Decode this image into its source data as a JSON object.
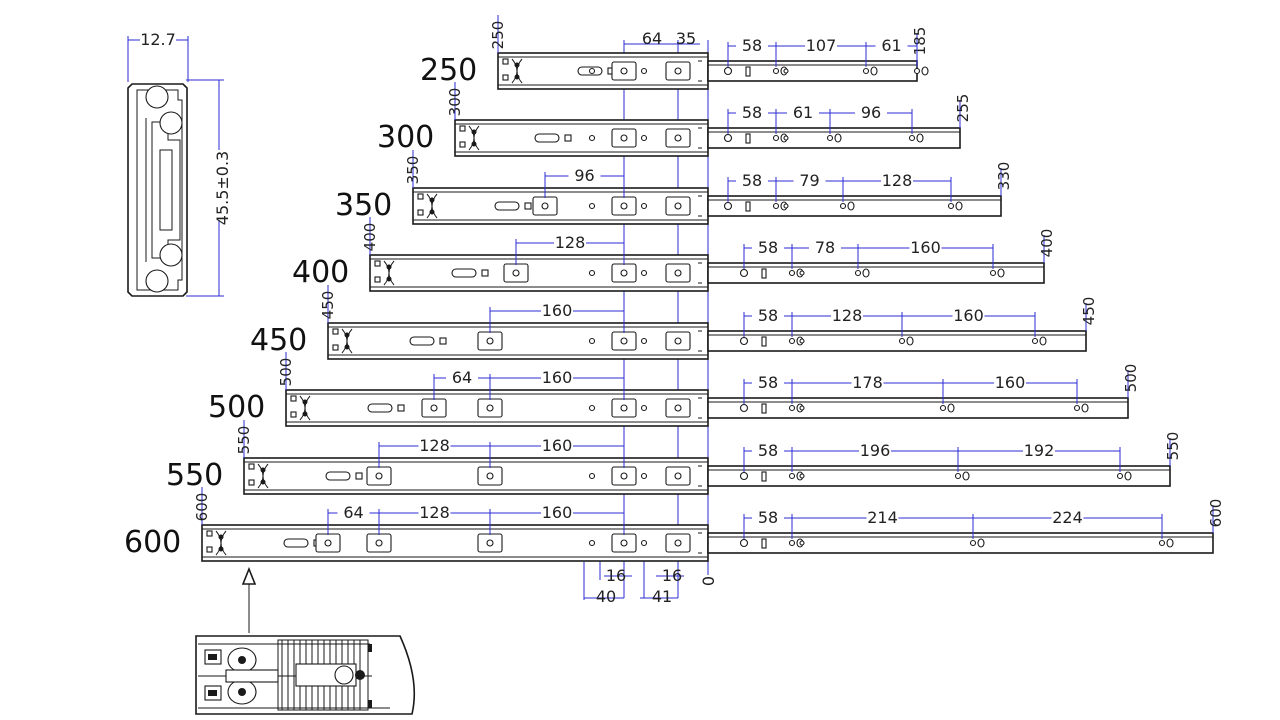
{
  "profile": {
    "width": "12.7",
    "height": "45.5±0.3"
  },
  "top_dims": {
    "a": "64",
    "b": "35"
  },
  "zero_label": "0",
  "bottom_dims": [
    "16",
    "40",
    "41",
    "16"
  ],
  "slides": [
    {
      "size": "250",
      "tag": "250",
      "end": "185",
      "front": [
        "58",
        "107",
        "61"
      ],
      "back": []
    },
    {
      "size": "300",
      "tag": "300",
      "end": "255",
      "front": [
        "58",
        "61",
        "96"
      ],
      "back": []
    },
    {
      "size": "350",
      "tag": "350",
      "end": "330",
      "front": [
        "58",
        "79",
        "128"
      ],
      "back": [
        "96"
      ]
    },
    {
      "size": "400",
      "tag": "400",
      "end": "400",
      "front": [
        "58",
        "78",
        "160"
      ],
      "back": [
        "128"
      ]
    },
    {
      "size": "450",
      "tag": "450",
      "end": "450",
      "front": [
        "58",
        "128",
        "160"
      ],
      "back": [
        "160"
      ]
    },
    {
      "size": "500",
      "tag": "500",
      "end": "500",
      "front": [
        "58",
        "178",
        "160"
      ],
      "back": [
        "64",
        "160"
      ]
    },
    {
      "size": "550",
      "tag": "550",
      "end": "550",
      "front": [
        "58",
        "196",
        "192"
      ],
      "back": [
        "128",
        "160"
      ]
    },
    {
      "size": "600",
      "tag": "600",
      "end": "600",
      "front": [
        "58",
        "214",
        "224"
      ],
      "back": [
        "64",
        "128",
        "160"
      ]
    }
  ]
}
